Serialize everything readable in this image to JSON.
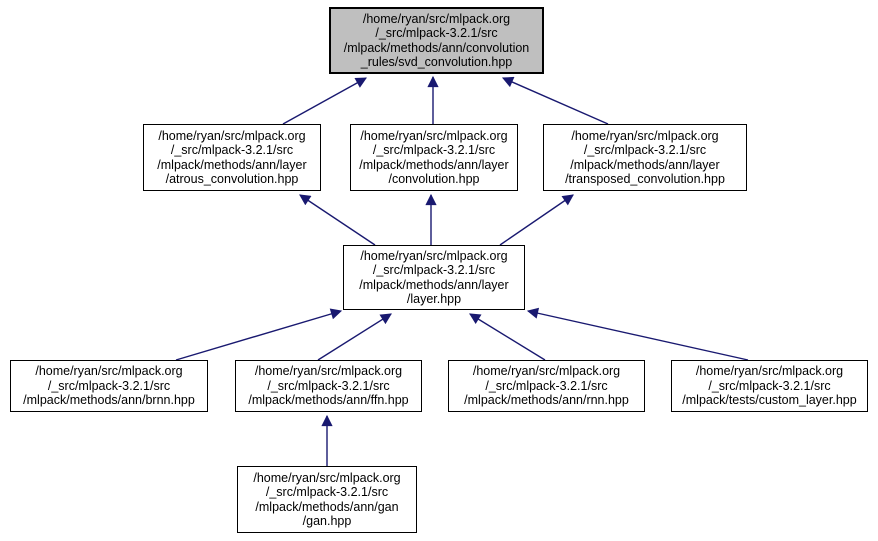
{
  "diagram": {
    "kind": "include-dependency-graph",
    "edge_color": "#191970",
    "node_fill": "#ffffff",
    "node_border_color": "#000000",
    "current_node_fill": "#bfbfbf",
    "nodes": {
      "svd_convolution": {
        "label": "/home/ryan/src/mlpack.org\n/_src/mlpack-3.2.1/src\n/mlpack/methods/ann/convolution\n_rules/svd_convolution.hpp",
        "current": true
      },
      "atrous_convolution": {
        "label": "/home/ryan/src/mlpack.org\n/_src/mlpack-3.2.1/src\n/mlpack/methods/ann/layer\n/atrous_convolution.hpp",
        "current": false
      },
      "convolution": {
        "label": "/home/ryan/src/mlpack.org\n/_src/mlpack-3.2.1/src\n/mlpack/methods/ann/layer\n/convolution.hpp",
        "current": false
      },
      "transposed_convolution": {
        "label": "/home/ryan/src/mlpack.org\n/_src/mlpack-3.2.1/src\n/mlpack/methods/ann/layer\n/transposed_convolution.hpp",
        "current": false
      },
      "layer": {
        "label": "/home/ryan/src/mlpack.org\n/_src/mlpack-3.2.1/src\n/mlpack/methods/ann/layer\n/layer.hpp",
        "current": false
      },
      "brnn": {
        "label": "/home/ryan/src/mlpack.org\n/_src/mlpack-3.2.1/src\n/mlpack/methods/ann/brnn.hpp",
        "current": false
      },
      "ffn": {
        "label": "/home/ryan/src/mlpack.org\n/_src/mlpack-3.2.1/src\n/mlpack/methods/ann/ffn.hpp",
        "current": false
      },
      "rnn": {
        "label": "/home/ryan/src/mlpack.org\n/_src/mlpack-3.2.1/src\n/mlpack/methods/ann/rnn.hpp",
        "current": false
      },
      "custom_layer": {
        "label": "/home/ryan/src/mlpack.org\n/_src/mlpack-3.2.1/src\n/mlpack/tests/custom_layer.hpp",
        "current": false
      },
      "gan": {
        "label": "/home/ryan/src/mlpack.org\n/_src/mlpack-3.2.1/src\n/mlpack/methods/ann/gan\n/gan.hpp",
        "current": false
      }
    },
    "edges": [
      {
        "from": "atrous_convolution",
        "to": "svd_convolution"
      },
      {
        "from": "convolution",
        "to": "svd_convolution"
      },
      {
        "from": "transposed_convolution",
        "to": "svd_convolution"
      },
      {
        "from": "layer",
        "to": "atrous_convolution"
      },
      {
        "from": "layer",
        "to": "convolution"
      },
      {
        "from": "layer",
        "to": "transposed_convolution"
      },
      {
        "from": "brnn",
        "to": "layer"
      },
      {
        "from": "ffn",
        "to": "layer"
      },
      {
        "from": "rnn",
        "to": "layer"
      },
      {
        "from": "custom_layer",
        "to": "layer"
      },
      {
        "from": "gan",
        "to": "ffn"
      }
    ]
  }
}
